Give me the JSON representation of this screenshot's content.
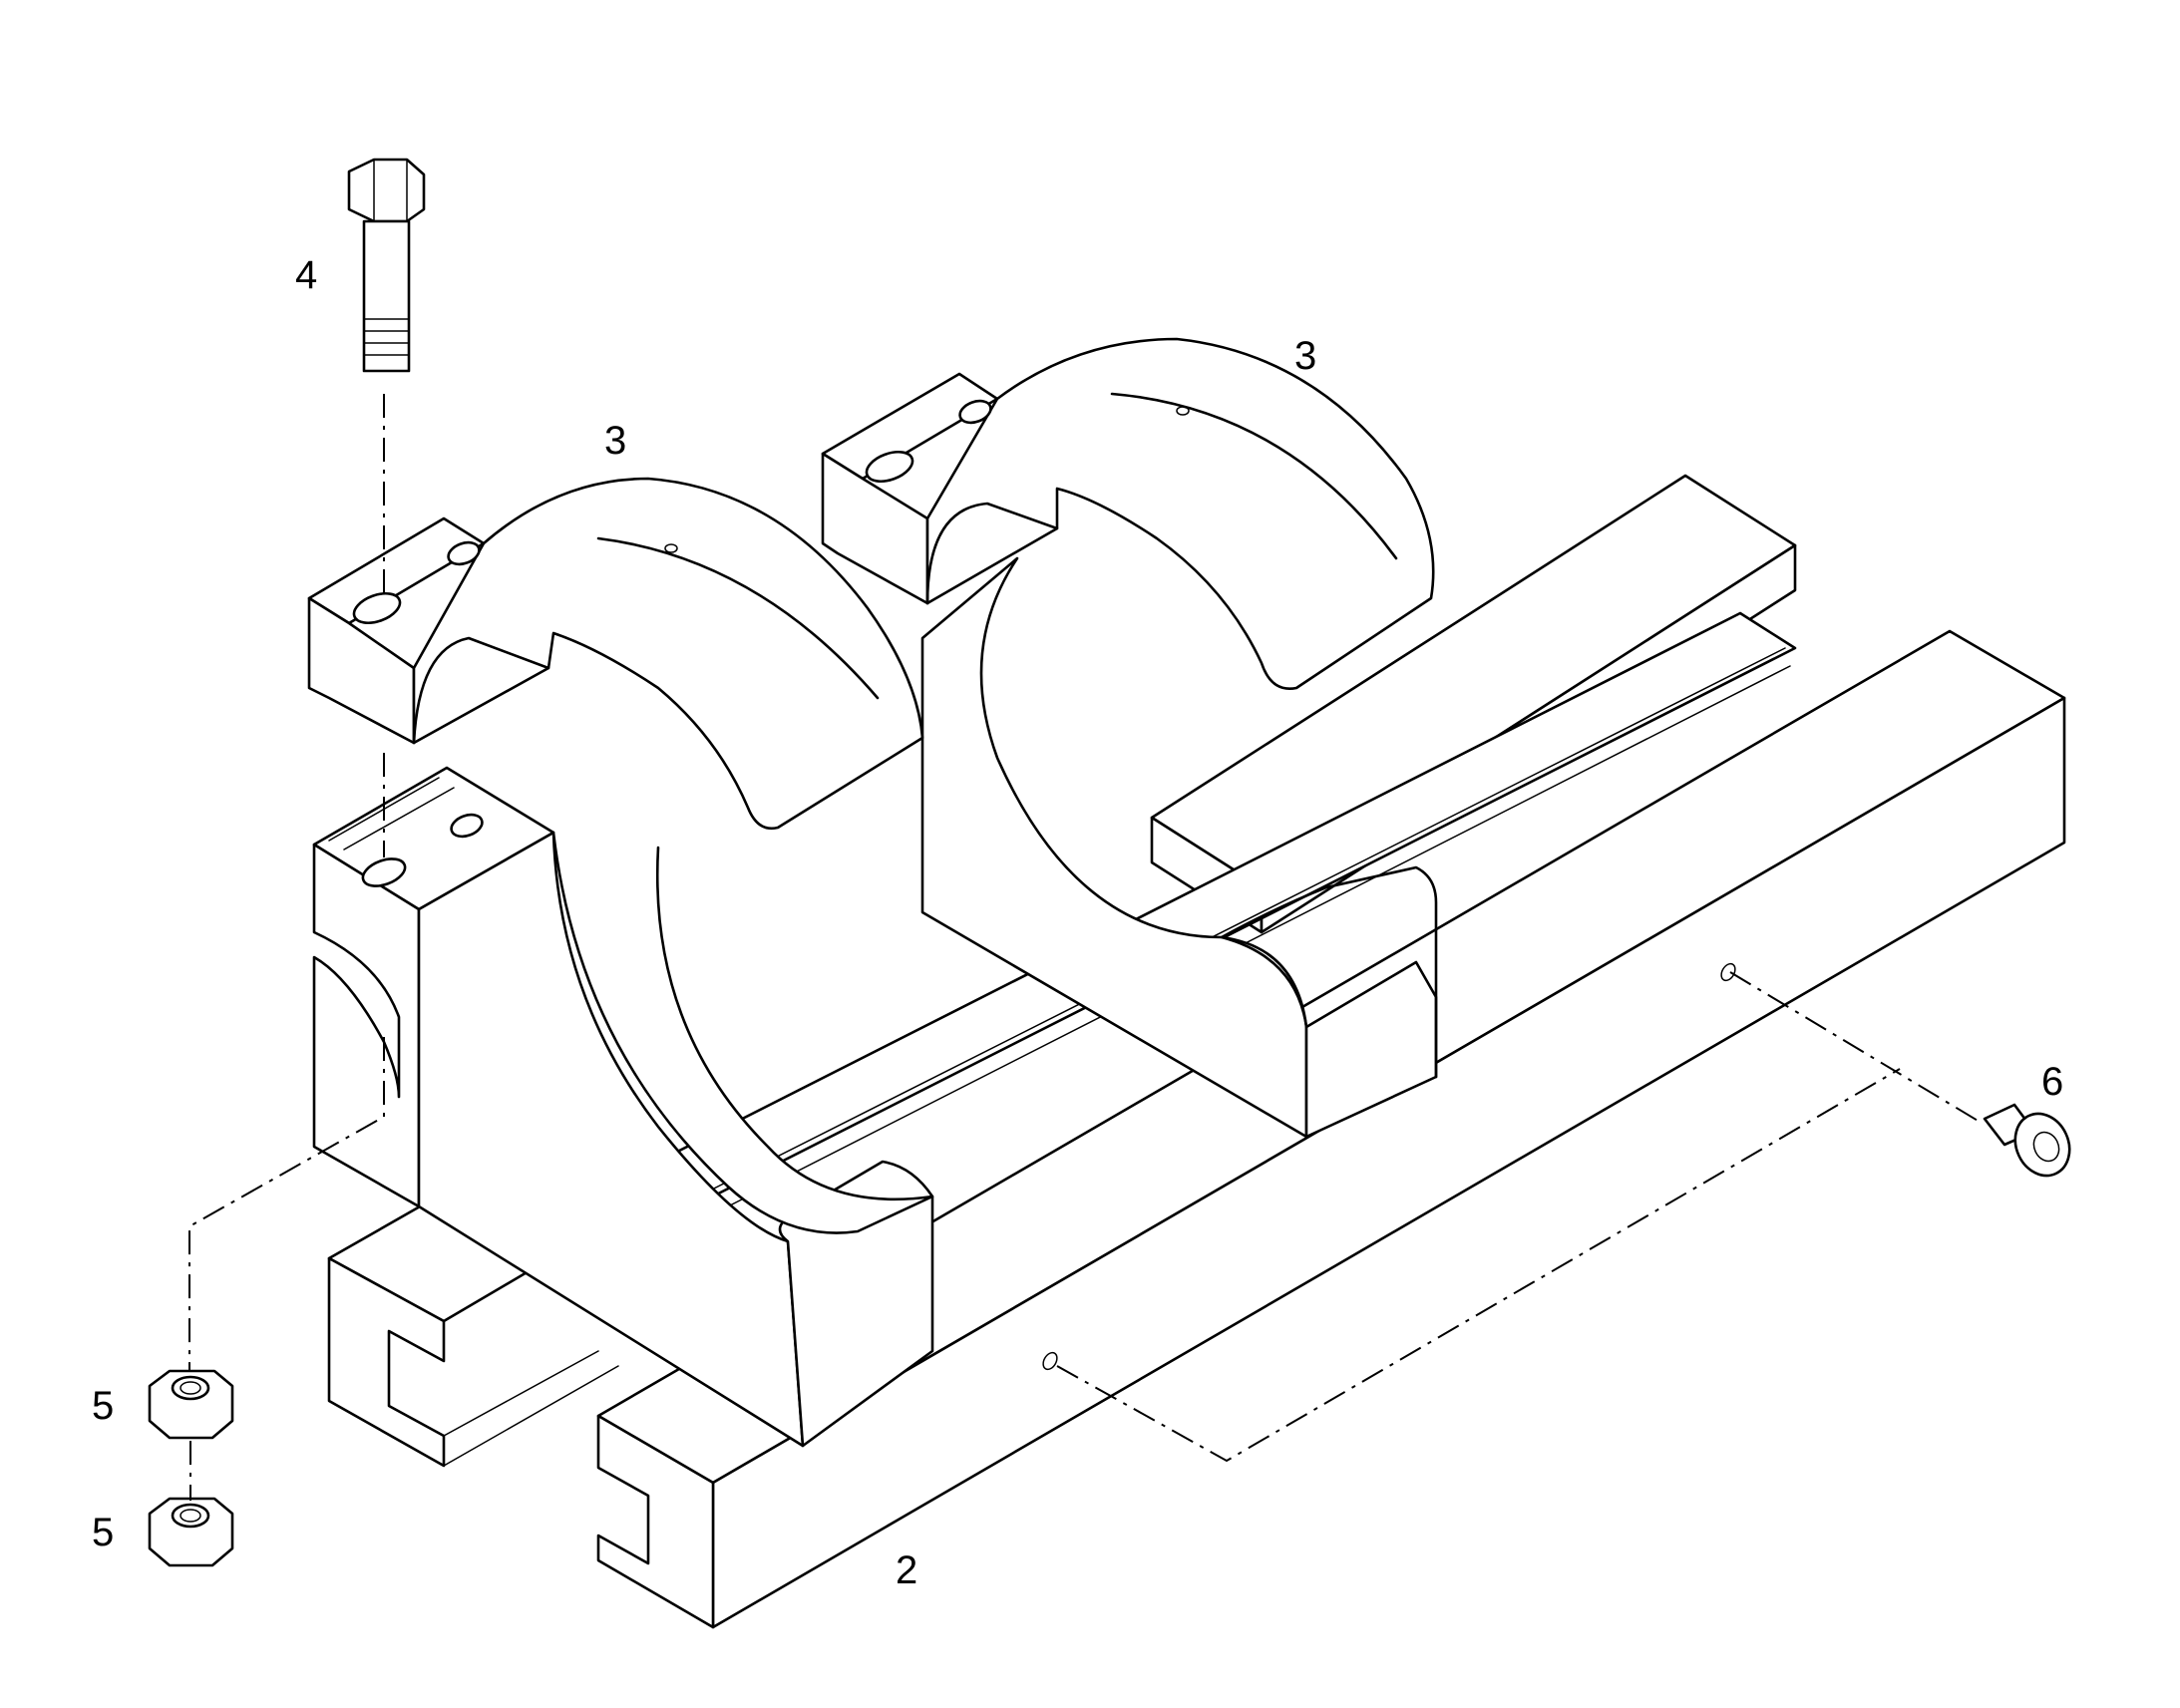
{
  "callouts": {
    "bolt": "4",
    "clamp_left": "3",
    "clamp_right": "3",
    "nut_upper": "5",
    "nut_lower": "5",
    "screw": "6",
    "rail": "2"
  }
}
